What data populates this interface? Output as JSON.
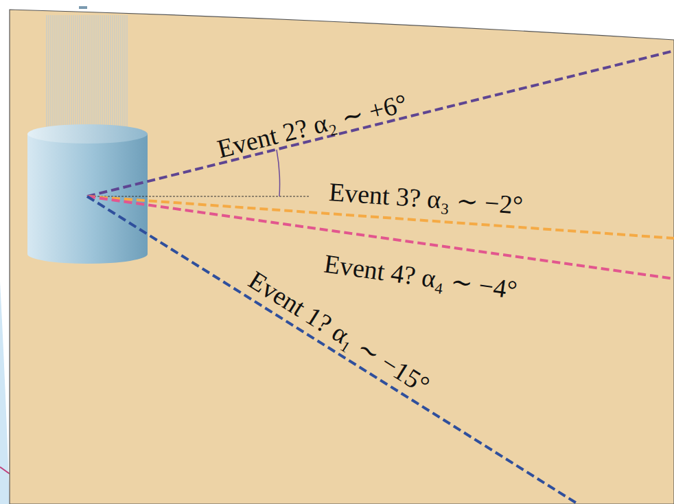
{
  "diagram": {
    "labels": [
      "Event 2? α₂ ∼ +6°",
      "Event 3? α₃ ∼ −2°",
      "Event 4? α₄ ∼ −4°",
      "Event 1? α₁ ∼ −15°"
    ]
  }
}
